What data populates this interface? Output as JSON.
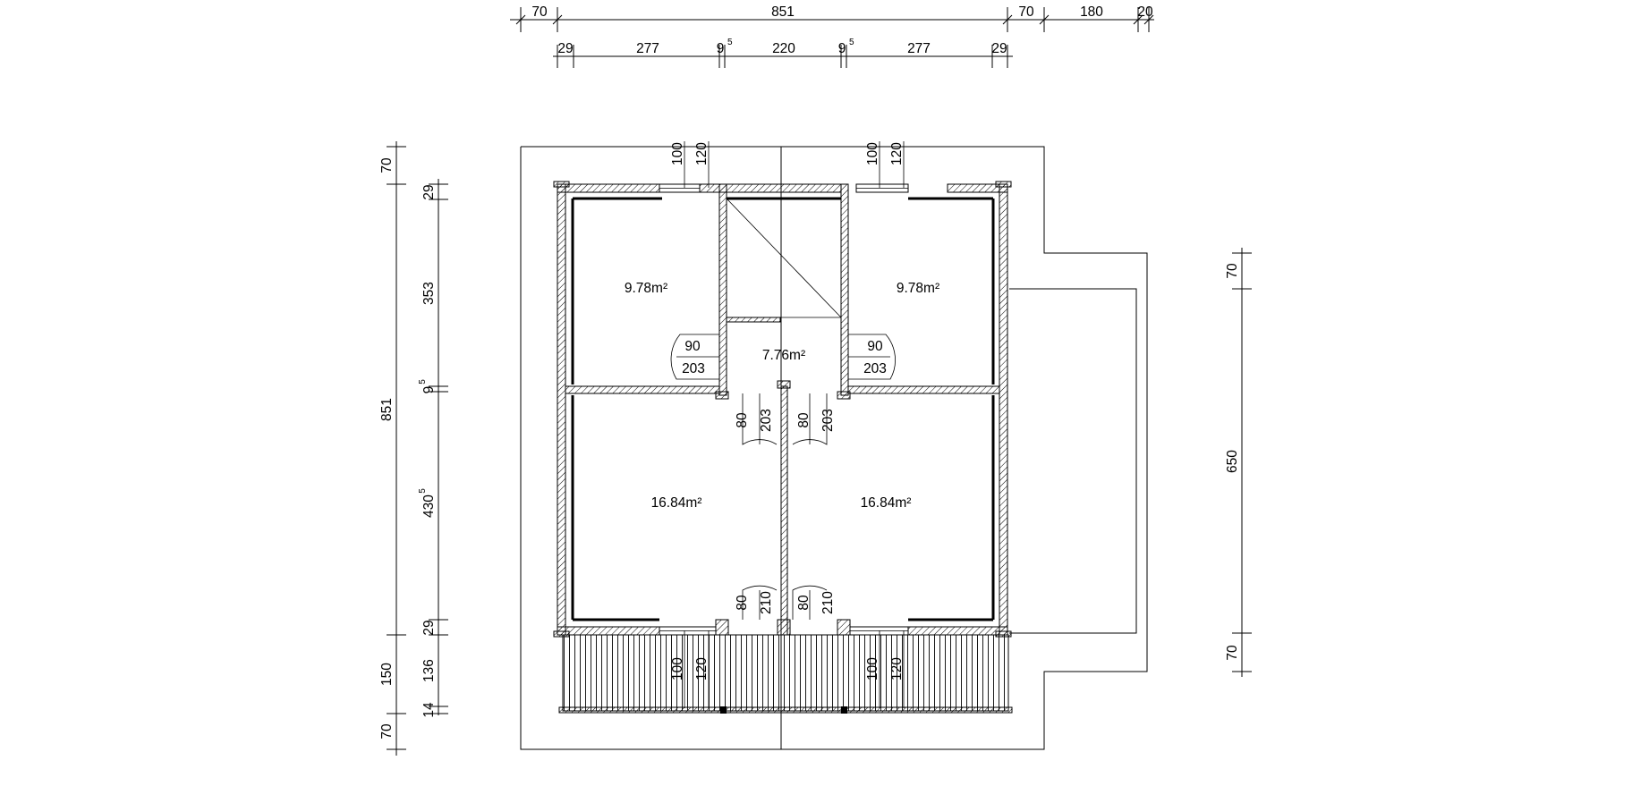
{
  "plan": {
    "top_dims_row1": [
      "70",
      "851",
      "70",
      "180",
      "20"
    ],
    "top_dims_row2": [
      "29",
      "277",
      "220",
      "277",
      "29"
    ],
    "top_dims_row2_sup": [
      "9",
      "5",
      "9",
      "5"
    ],
    "left_dims_outer": [
      "70",
      "851",
      "150",
      "70"
    ],
    "left_dims_inner": [
      "29",
      "353",
      "430",
      "5",
      "29",
      "136",
      "14"
    ],
    "left_dims_inner_sup": [
      "9",
      "5"
    ],
    "right_dims": [
      "70",
      "650",
      "70"
    ],
    "window_dims": [
      "100",
      "120"
    ],
    "rooms": {
      "top_left": "9.78m²",
      "top_right": "9.78m²",
      "hall": "7.76m²",
      "bottom_left": "16.84m²",
      "bottom_right": "16.84m²"
    },
    "doors": {
      "top_w": "90",
      "top_h": "203",
      "mid_w": "80",
      "mid_h": "203",
      "low_w": "80",
      "low_h": "210"
    }
  }
}
